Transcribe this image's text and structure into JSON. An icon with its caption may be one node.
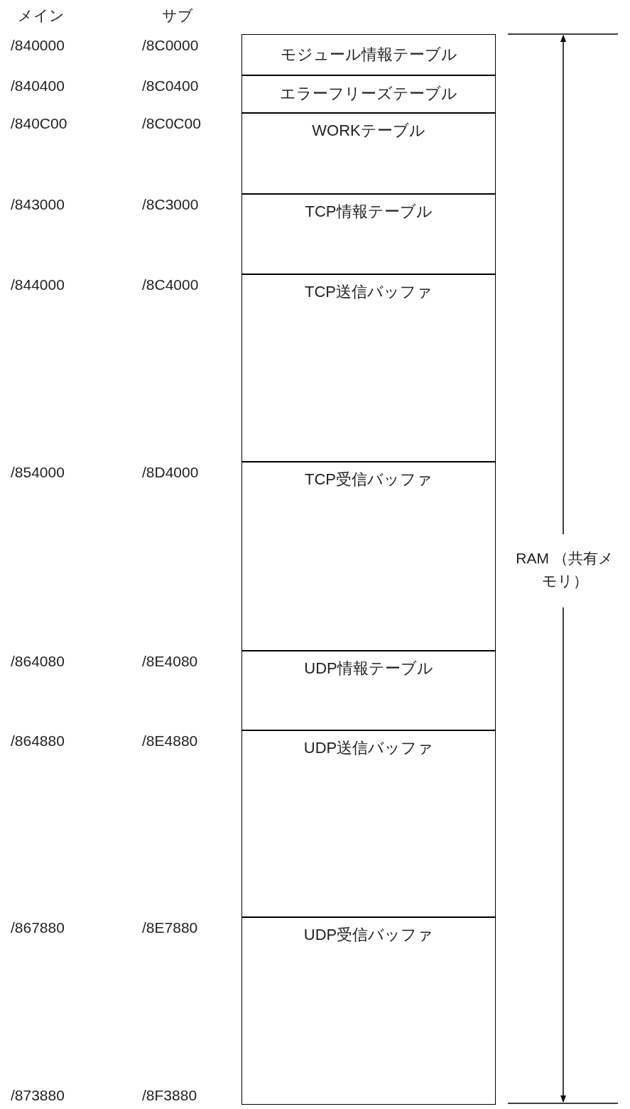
{
  "diagram": {
    "nodes": [
      {
        "text": [
          "モジュール情報テーブル"
        ]
      },
      {
        "text": [
          "エラーフリーズテーブル"
        ]
      },
      {
        "text": [
          "WORKテーブル"
        ]
      },
      {
        "text": [
          "TCP情報テーブル"
        ]
      },
      {
        "text": [
          "TCP送信バッファ"
        ]
      },
      {
        "text": [
          "TCP受信バッファ"
        ]
      },
      {
        "text": [
          "UDP情報テーブル"
        ]
      },
      {
        "text": [
          "UDP送信バッファ"
        ]
      },
      {
        "text": [
          "UDP受信バッファ"
        ]
      }
    ],
    "labels": [
      "メイン",
      "サブ",
      "/840000",
      "/8C0000",
      "/840400",
      "/8C0400",
      "/840C00",
      "/8C0C00",
      "/843000",
      "/8C3000",
      "/844000",
      "/8C4000",
      "/854000",
      "/8D4000",
      "/864080",
      "/8E4080",
      "/864880",
      "/8E4880",
      "/867880",
      "/8E7880",
      "/873880",
      "/8F3880",
      "RAM （共有メモリ）"
    ]
  }
}
